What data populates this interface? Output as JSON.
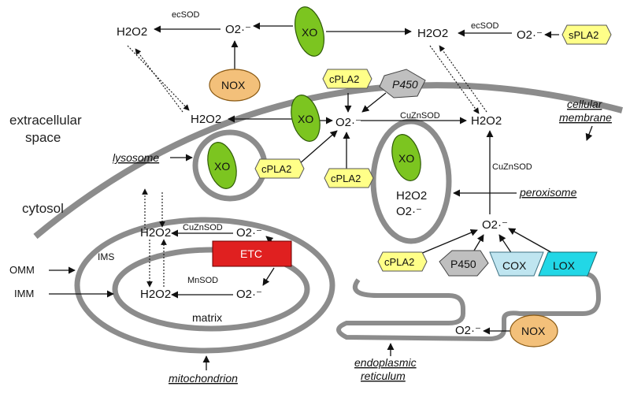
{
  "labels": {
    "ecsod_left": "ecSOD",
    "ecsod_right": "ecSOD",
    "cuznsod_top": "CuZnSOD",
    "cuznsod_right": "CuZnSOD",
    "cuznsod_mito": "CuZnSOD",
    "mnsod": "MnSOD",
    "h2o2": "H2O2",
    "superoxide": "O2·⁻",
    "extracellular_line1": "extracellular",
    "extracellular_line2": "space",
    "cytosol": "cytosol",
    "ims": "IMS",
    "omm": "OMM",
    "imm": "IMM",
    "matrix": "matrix",
    "lysosome": "lysosome",
    "peroxisome": "peroxisome",
    "cellular_membrane_line1": "cellular",
    "cellular_membrane_line2": "membrane",
    "mitochondrion": "mitochondrion",
    "er_line1": "endoplasmic",
    "er_line2": "reticulum"
  },
  "enzymes": {
    "xo": "XO",
    "nox": "NOX",
    "cpla2": "cPLA2",
    "spla2": "sPLA2",
    "p450": "P450",
    "etc": "ETC",
    "cox": "COX",
    "lox": "LOX"
  },
  "colors": {
    "membrane": "#8c8c8c",
    "xo": "#7cc520",
    "nox": "#f3c07a",
    "pla2": "#ffff88",
    "p450": "#bfbfbf",
    "etc": "#e02020",
    "cox": "#bfe5f0",
    "lox": "#22d7e6"
  }
}
